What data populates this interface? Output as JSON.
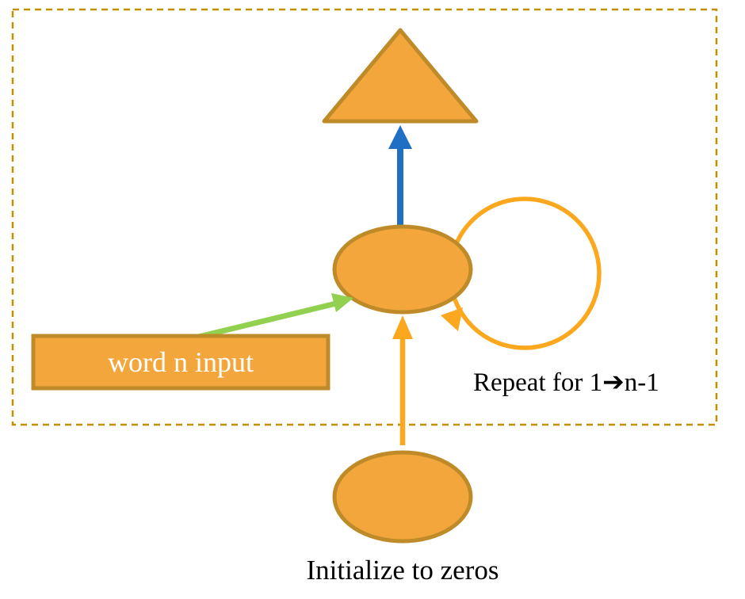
{
  "labels": {
    "input_box": "word n input",
    "repeat": "Repeat for 1➔n-1",
    "initialize": "Initialize to zeros"
  },
  "colors": {
    "shape_fill": "#F3A63B",
    "shape_stroke": "#BE8B28",
    "dashed_border": "#BF9000",
    "blue_arrow": "#1F6FC5",
    "green_arrow": "#92D050",
    "orange_arrow": "#FBA81F",
    "box_text": "#FFFFFF",
    "label_text": "#000000"
  }
}
